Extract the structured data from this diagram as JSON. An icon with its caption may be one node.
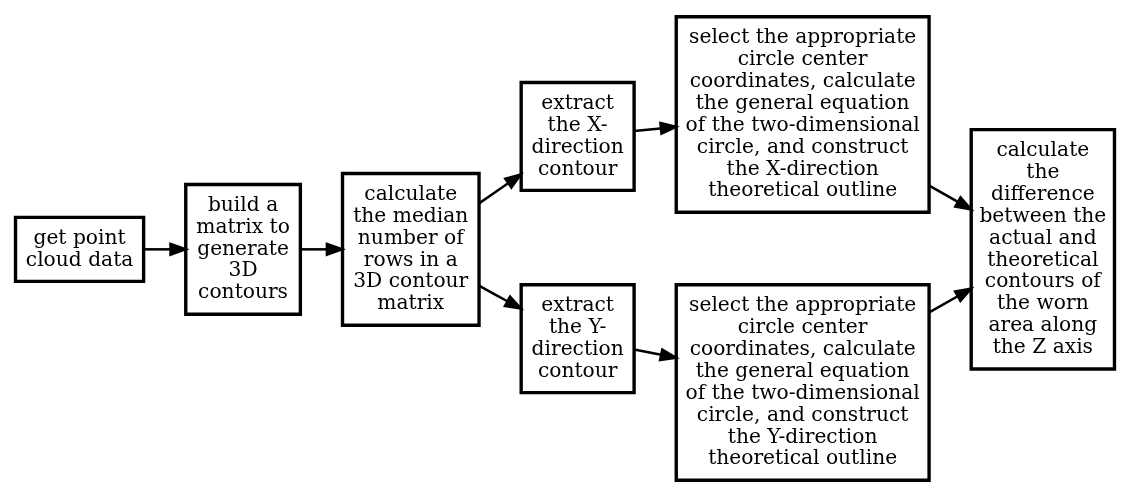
{
  "diagram": {
    "nodes": [
      {
        "text": [
          "get point cloud data"
        ]
      },
      {
        "text": [
          "build a matrix to generate 3D contours"
        ]
      },
      {
        "text": [
          "calculate the median number of rows in a 3D contour matrix"
        ]
      },
      {
        "text": [
          "extract the X-direction contour"
        ]
      },
      {
        "text": [
          "select the appropriate circle center coordinates, calculate the general equation of the two-dimensional circle, and construct the X-direction theoretical outline"
        ]
      },
      {
        "text": [
          "extract the Y-direction contour"
        ]
      },
      {
        "text": [
          "select the appropriate circle center coordinates, calculate the general equation of the two-dimensional circle, and construct the Y-direction theoretical outline"
        ]
      },
      {
        "text": [
          "calculate the difference between the actual and theoretical contours of the worn area along the Z axis"
        ]
      }
    ],
    "edges": [
      {
        "from": 0,
        "to": 1,
        "arrow": "to"
      },
      {
        "from": 1,
        "to": 2,
        "arrow": "to"
      },
      {
        "from": 2,
        "to": 3,
        "arrow": "to"
      },
      {
        "from": 2,
        "to": 5,
        "arrow": "to"
      },
      {
        "from": 3,
        "to": 4,
        "arrow": "to"
      },
      {
        "from": 5,
        "to": 6,
        "arrow": "to"
      },
      {
        "from": 4,
        "to": 7,
        "arrow": "to"
      },
      {
        "from": 6,
        "to": 7,
        "arrow": "to"
      }
    ]
  }
}
